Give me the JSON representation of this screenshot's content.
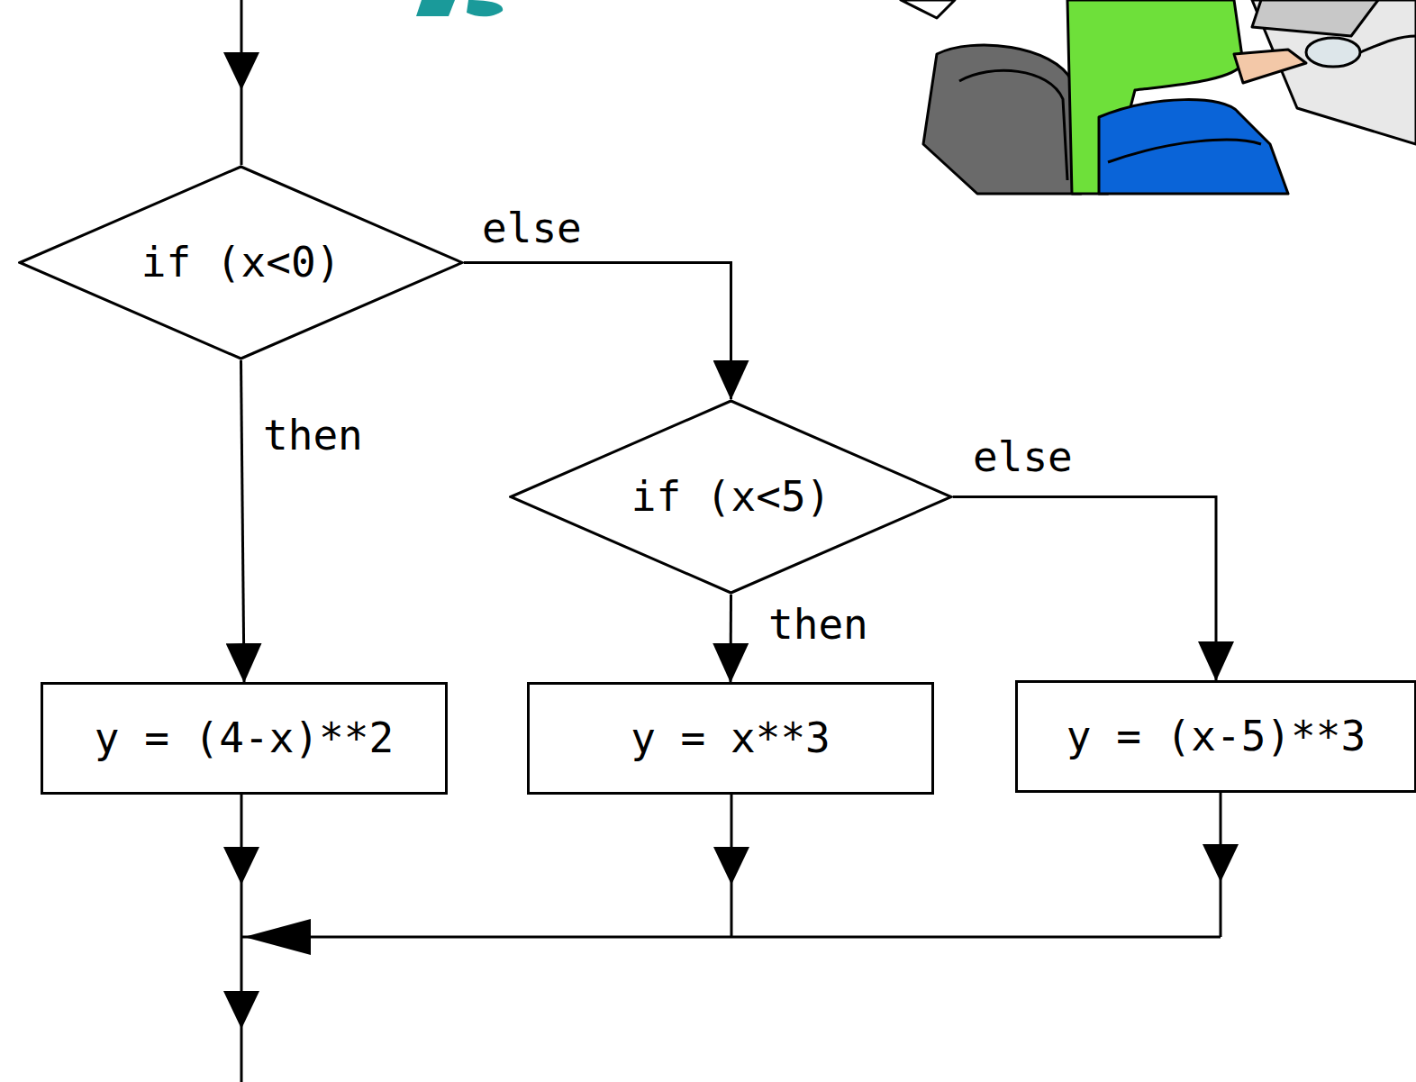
{
  "diagram": {
    "nodes": [
      {
        "text": [
          "if (x<0)"
        ]
      },
      {
        "text": [
          "if (x<5)"
        ]
      },
      {
        "text": [
          "y = (4-x)**2"
        ]
      },
      {
        "text": [
          "y = x**3"
        ]
      },
      {
        "text": [
          "y = (x-5)**3"
        ]
      }
    ],
    "edges": [
      {
        "from": 0,
        "to": 1,
        "label": "else",
        "arrow": "to"
      },
      {
        "from": 0,
        "to": 2,
        "label": "then",
        "arrow": "to"
      },
      {
        "from": 1,
        "to": 3,
        "label": "then",
        "arrow": "to"
      },
      {
        "from": 1,
        "to": 4,
        "label": "else",
        "arrow": "to"
      }
    ]
  }
}
